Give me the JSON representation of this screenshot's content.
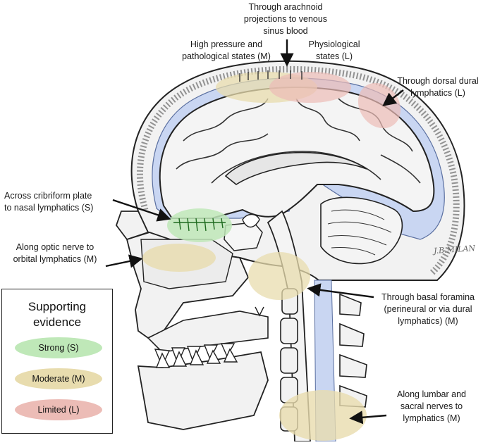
{
  "labels": {
    "arachnoid": [
      "Through arachnoid",
      "projections to venous",
      "sinus blood"
    ],
    "high_pressure": [
      "High pressure and",
      "pathological states (M)"
    ],
    "physiological": [
      "Physiological",
      "states (L)"
    ],
    "dorsal_dural": [
      "Through dorsal dural",
      "lymphatics (L)"
    ],
    "cribriform": [
      "Across cribriform plate",
      "to nasal lymphatics (S)"
    ],
    "optic_nerve": [
      "Along optic nerve to",
      "orbital lymphatics (M)"
    ],
    "basal_foramina": [
      "Through basal foramina",
      "(perineural or via dural",
      "lymphatics) (M)"
    ],
    "lumbar_sacral": [
      "Along lumbar and",
      "sacral nerves to",
      "lymphatics (M)"
    ]
  },
  "legend": {
    "title": [
      "Supporting",
      "evidence"
    ],
    "items": [
      {
        "label": "Strong (S)",
        "color": "#bfe8b8"
      },
      {
        "label": "Moderate (M)",
        "color": "#e8dcae"
      },
      {
        "label": "Limited (L)",
        "color": "#ecbcb6"
      }
    ]
  },
  "signature": "J.B.MILAN",
  "colors": {
    "csf": "#c9d6f2",
    "strong": "#bfe8b8",
    "moderate": "#e8dcae",
    "limited": "#ecbcb6",
    "brain": "#f4f4f4"
  }
}
